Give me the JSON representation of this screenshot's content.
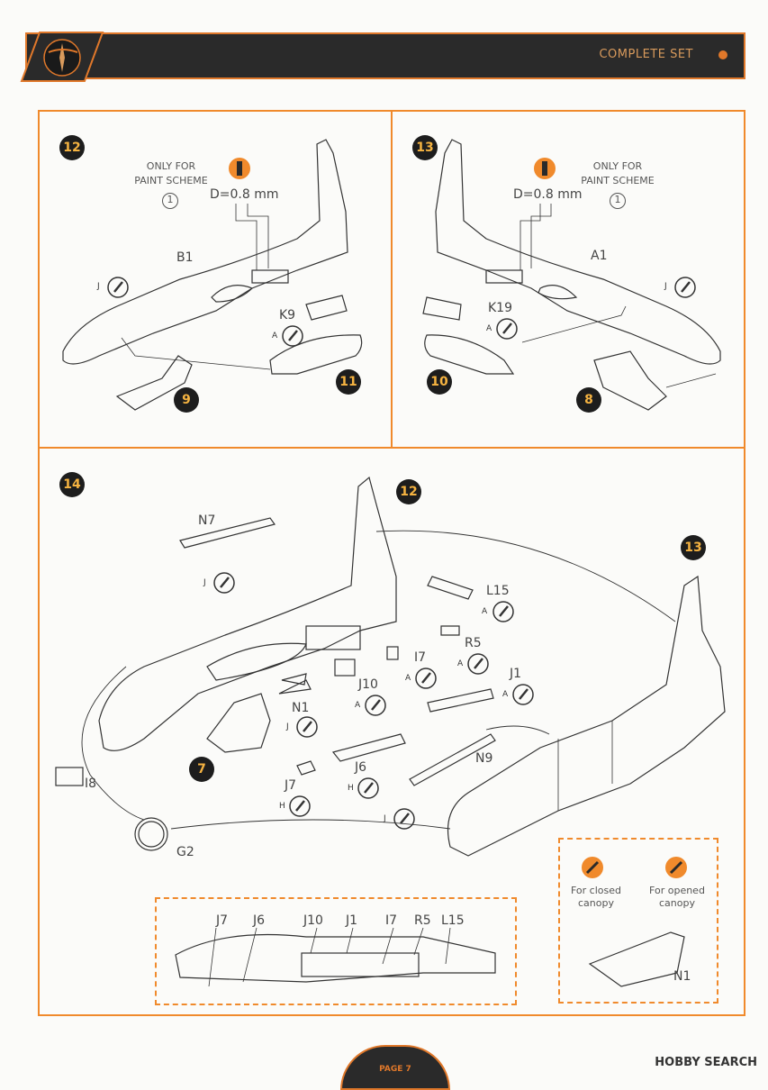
{
  "header": {
    "title": "COMPLETE SET"
  },
  "footer": {
    "page": "PAGE 7",
    "watermark": "HOBBY SEARCH"
  },
  "step12": {
    "number": "12",
    "note_line1": "ONLY FOR",
    "note_line2": "PAINT SCHEME",
    "scheme_num": "1",
    "drill": "D=0.8 mm",
    "part_fuselage": "B1",
    "part_insert": "K9",
    "paint_j": "J",
    "paint_a": "A",
    "sub_a": "9",
    "sub_b": "11"
  },
  "step13": {
    "number": "13",
    "note_line1": "ONLY FOR",
    "note_line2": "PAINT SCHEME",
    "scheme_num": "1",
    "drill": "D=0.8 mm",
    "part_fuselage": "A1",
    "part_insert": "K19",
    "paint_j": "J",
    "paint_a": "A",
    "sub_a": "10",
    "sub_b": "8"
  },
  "step14": {
    "number": "14",
    "ref12": "12",
    "ref13": "13",
    "ref7": "7",
    "parts": {
      "n7": "N7",
      "l15": "L15",
      "r5": "R5",
      "i7": "I7",
      "j10": "J10",
      "j1": "J1",
      "n1": "N1",
      "j6": "J6",
      "j7": "J7",
      "n9": "N9",
      "i8": "I8",
      "g2": "G2"
    },
    "paints": {
      "n7": "J",
      "l15": "A",
      "r5": "A",
      "i7": "A",
      "j10": "A",
      "j1": "A",
      "n1": "J",
      "j6": "H",
      "j7": "H",
      "n9": "J"
    },
    "detail_labels": [
      "J7",
      "J6",
      "J10",
      "J1",
      "I7",
      "R5",
      "L15"
    ],
    "canopy": {
      "closed_line1": "For closed",
      "closed_line2": "canopy",
      "opened_line1": "For opened",
      "opened_line2": "canopy",
      "part": "N1"
    }
  },
  "colors": {
    "accent": "#f08a2c",
    "dark": "#2a2a2a",
    "step_text": "#f5b341"
  }
}
